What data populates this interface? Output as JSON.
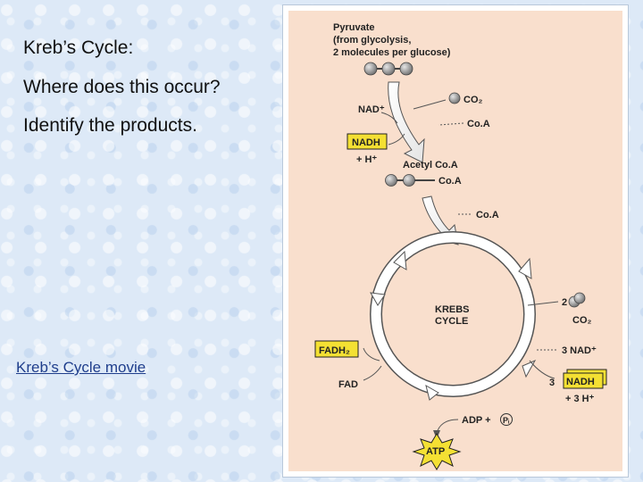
{
  "slide": {
    "heading": "Kreb’s Cycle:",
    "question": "Where does this occur?",
    "task": "Identify the products.",
    "link_label": "Kreb’s Cycle movie"
  },
  "diagram": {
    "pyruvate_1": "Pyruvate",
    "pyruvate_2": "(from glycolysis,",
    "pyruvate_3": "2 molecules per glucose)",
    "nad_plus": "NAD⁺",
    "co2_top": "CO₂",
    "coa_in": "Co.A",
    "nadh_top": "NADH",
    "h_plus_top": "+ H⁺",
    "acetyl_coa": "Acetyl Co.A",
    "coa_on_acetyl": "Co.A",
    "coa_released": "Co.A",
    "cycle_1": "KREBS",
    "cycle_2": "CYCLE",
    "co2_count": "2",
    "co2_right": "CO₂",
    "fadh2": "FADH₂",
    "fad": "FAD",
    "three_nad": "3 NAD⁺",
    "three_nadh_count": "3",
    "nadh_right": "NADH",
    "h_plus_right": "+ 3 H⁺",
    "adp_pi": "ADP +",
    "pi": "Pᵢ",
    "atp": "ATP",
    "colors": {
      "panel": "#f9dfcd",
      "highlight": "#f4e033",
      "molecule": "#888888"
    }
  }
}
